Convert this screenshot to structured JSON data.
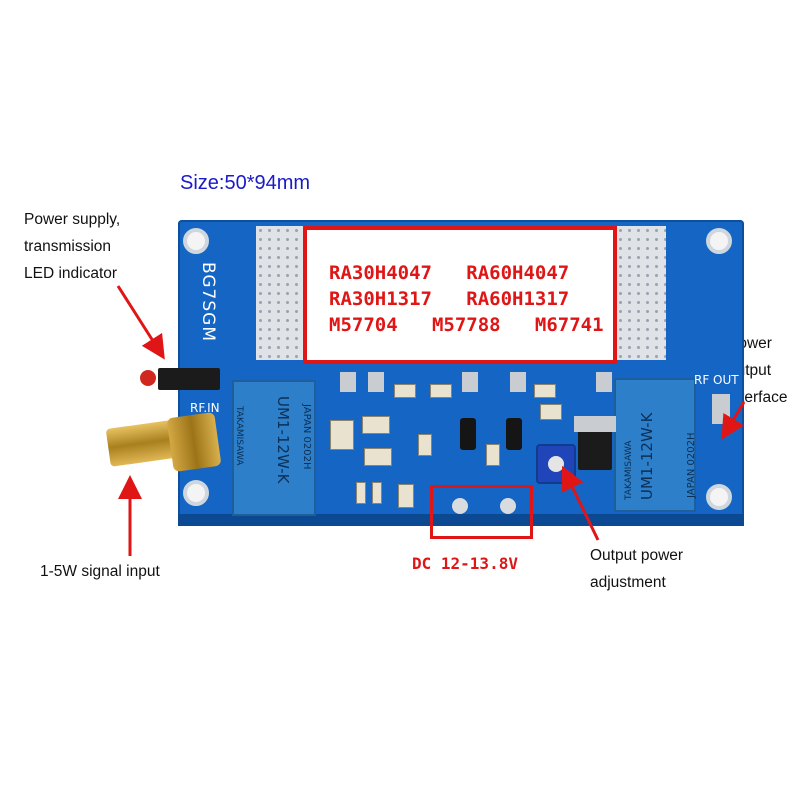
{
  "title": "Size:50*94mm",
  "callouts": {
    "power_led": [
      "Power supply,",
      "transmission",
      "LED indicator"
    ],
    "signal_input": "1-5W signal input",
    "output_adjust": [
      "Output power",
      "adjustment"
    ],
    "power_output": [
      "Power",
      "output",
      "interface"
    ]
  },
  "chip_models": [
    "RA30H4047   RA60H4047",
    "RA30H1317   RA60H1317",
    "M57704   M57788   M67741"
  ],
  "dc_label": "DC 12-13.8V",
  "board": {
    "brand": "BG7SGM",
    "rf_in": "RF.IN",
    "rf_out": "RF OUT",
    "relay_text": [
      "TAKAMISAWA",
      "UM1-12W-K",
      "JAPAN 0202H"
    ],
    "colors": {
      "board": "#1565c4",
      "highlight_box": "#e01616",
      "title": "#1a1ac8"
    }
  }
}
